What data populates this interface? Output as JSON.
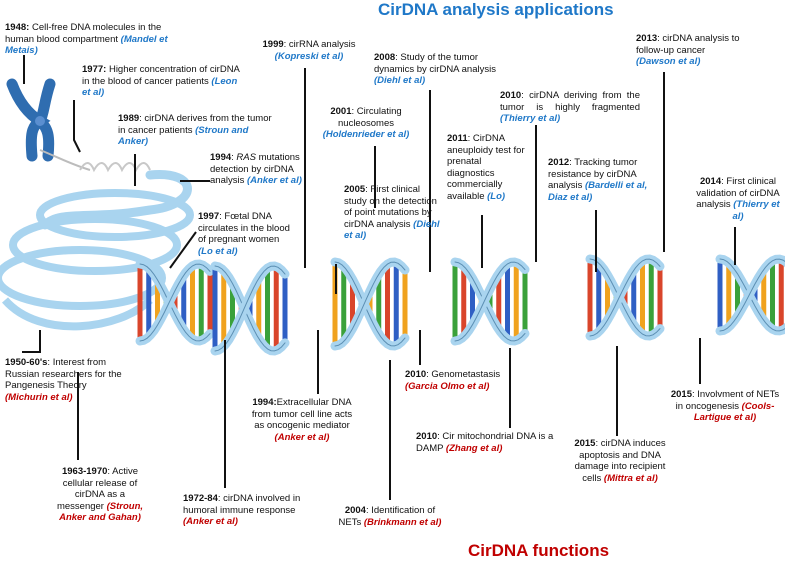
{
  "titles": {
    "top": "CirDNA analysis applications",
    "bottom": "CirDNA functions"
  },
  "colors": {
    "top_title": "#1f78c8",
    "bottom_title": "#c00000",
    "chromosome": "#2f6db0",
    "helix": "#a9d4ef"
  },
  "applications": [
    {
      "year": "1948:",
      "text": "Cell-free DNA molecules in the human blood compartment",
      "ref": "(Mandel et Metais)"
    },
    {
      "year": "1977:",
      "text": "Higher concentration of cirDNA in the blood of cancer patients",
      "ref": "(Leon et al)"
    },
    {
      "year": "1989",
      "text": ": cirDNA derives from the tumor in cancer patients",
      "ref": "(Stroun and Anker)"
    },
    {
      "year": "1994",
      "text_italic": "RAS",
      "text": " mutations detection by cirDNA analysis",
      "ref": "(Anker et al)"
    },
    {
      "year": "1997",
      "text": ": Fœtal DNA circulates in the blood of pregnant women",
      "ref": "(Lo et al)"
    },
    {
      "year": "1999",
      "text": ": cirRNA analysis",
      "ref": "(Kopreski et al)"
    },
    {
      "year": "2001",
      "text": ": Circulating nucleosomes",
      "ref": "(Holdenrieder et al)"
    },
    {
      "year": "2005",
      "text": ": First clinical study on the detection of point mutations by cirDNA analysis",
      "ref": "(Diehl et al)"
    },
    {
      "year": "2008",
      "text": ": Study of the tumor dynamics by cirDNA analysis",
      "ref": "(Diehl et al)"
    },
    {
      "year": "2011",
      "text": ": CirDNA aneuploidy test for prenatal diagnostics commercially available",
      "ref": "(Lo)"
    },
    {
      "year": "2010",
      "text": ": cirDNA deriving from the tumor is highly fragmented",
      "ref": "(Thierry et al)"
    },
    {
      "year": "2012",
      "text": ": Tracking tumor resistance by cirDNA analysis",
      "ref": "(Bardelli et al, Diaz et al)"
    },
    {
      "year": "2013",
      "text": ": cirDNA analysis to follow-up cancer",
      "ref": "(Dawson et al)"
    },
    {
      "year": "2014",
      "text": ": First clinical validation of cirDNA analysis",
      "ref": "(Thierry et al)"
    }
  ],
  "functions": [
    {
      "year": "1950-60's",
      "text": ": Interest from Russian researchers for the Pangenesis Theory",
      "ref": "(Michurin et al)"
    },
    {
      "year": "1963-1970",
      "text": ": Active cellular release of cirDNA as a messenger",
      "ref": "(Stroun, Anker and Gahan)"
    },
    {
      "year": "1972-84",
      "text": ": cirDNA involved in humoral immune response",
      "ref": "(Anker et al)"
    },
    {
      "year": "1994:",
      "text": "Extracellular DNA from tumor cell line acts as oncogenic mediator",
      "ref": "(Anker et al)"
    },
    {
      "year": "2004",
      "text": ": Identification of NETs",
      "ref": "(Brinkmann et al)"
    },
    {
      "year": "2010",
      "text": ": Genometastasis",
      "ref": "(Garcia Olmo et al)"
    },
    {
      "year": "2010",
      "text": ": Cir mitochondrial DNA is a DAMP",
      "ref": "(Zhang et al)"
    },
    {
      "year": "2015",
      "text": ": cirDNA induces apoptosis and DNA damage into recipient cells",
      "ref": "(Mittra et al)"
    },
    {
      "year": "2015",
      "text": ": Involvment of NETs in oncogenesis",
      "ref": "(Cools-Lartigue et al)"
    }
  ]
}
